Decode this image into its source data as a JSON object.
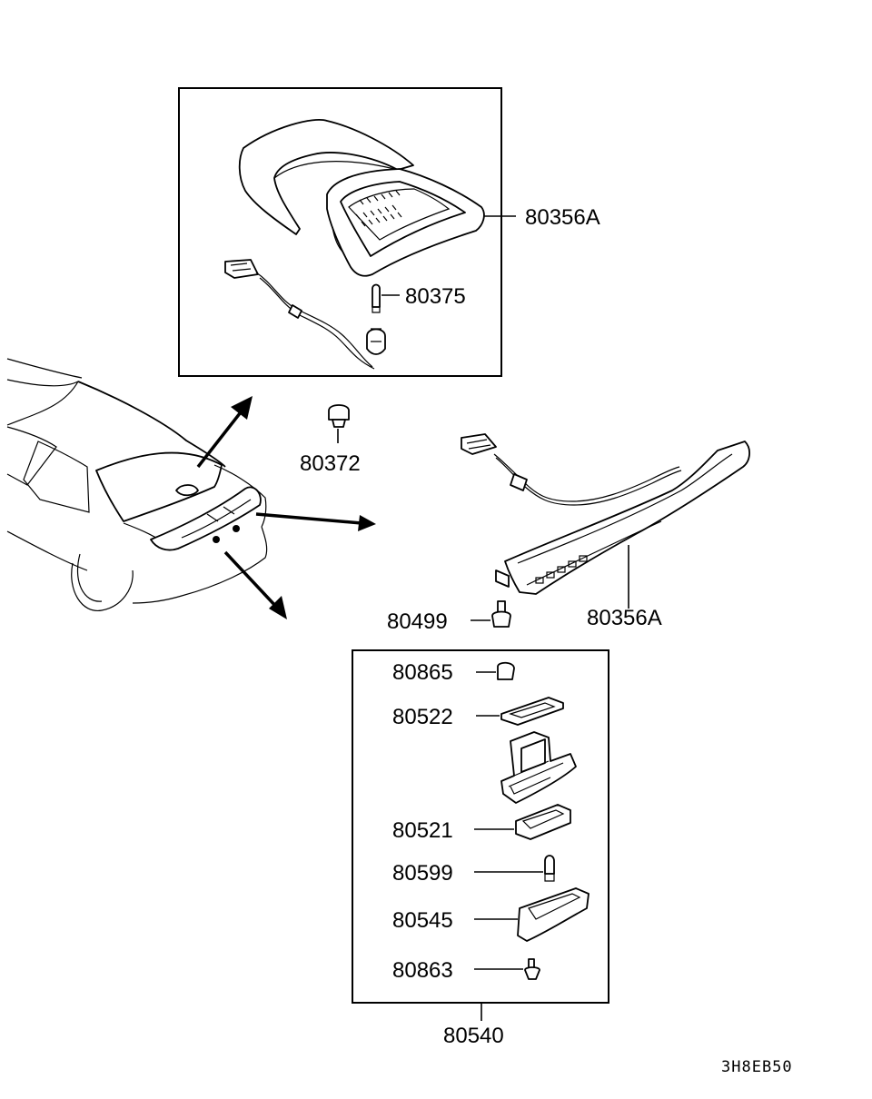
{
  "diagram": {
    "part_labels": {
      "high_mount_stop_lamp_assy": "80356A",
      "bulb": "80375",
      "grommet": "80372",
      "screw": "80499",
      "lamp_assy_external": "80356A",
      "license_lamp_assy": "80540",
      "clip": "80865",
      "gasket_upper": "80522",
      "gasket_lower": "80521",
      "license_bulb": "80599",
      "lens_housing": "80545",
      "tapping_screw": "80863"
    },
    "drawing_code": "3H8EB50"
  }
}
